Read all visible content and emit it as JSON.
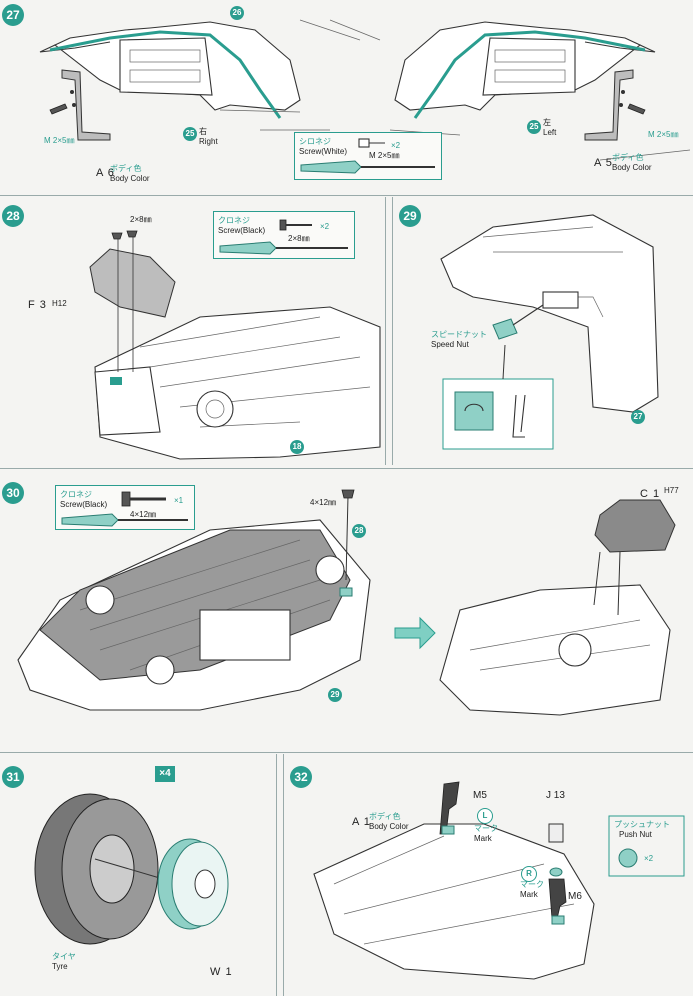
{
  "steps": {
    "s27": {
      "num": "27",
      "callout_part": "26",
      "left": {
        "callout": "25",
        "side_jp": "右",
        "side_en": "Right",
        "part": "A 6",
        "color_jp": "ボディ色",
        "color_en": "Body Color",
        "screw": "M 2×5㎜"
      },
      "right": {
        "callout": "25",
        "side_jp": "左",
        "side_en": "Left",
        "part": "A 5",
        "color_jp": "ボディ色",
        "color_en": "Body Color",
        "screw": "M 2×5㎜"
      },
      "screwbox": {
        "jp": "シロネジ",
        "en": "Screw(White)",
        "size": "M 2×5㎜",
        "qty": "×2"
      }
    },
    "s28": {
      "num": "28",
      "screw_size": "2×8㎜",
      "part": "F 3",
      "part_suffix": "H12",
      "callout": "18",
      "screwbox": {
        "jp": "クロネジ",
        "en": "Screw(Black)",
        "size": "2×8㎜",
        "qty": "×2"
      }
    },
    "s29": {
      "num": "29",
      "nut_jp": "スピードナット",
      "nut_en": "Speed Nut",
      "callout": "27"
    },
    "s30": {
      "num": "30",
      "screw_size": "4×12㎜",
      "callout_a": "28",
      "callout_b": "29",
      "part": "C 1",
      "part_suffix": "H77",
      "screwbox": {
        "jp": "クロネジ",
        "en": "Screw(Black)",
        "size": "4×12㎜",
        "qty": "×1"
      }
    },
    "s31": {
      "num": "31",
      "qty_badge": "×4",
      "tyre_jp": "タイヤ",
      "tyre_en": "Tyre",
      "part": "W 1"
    },
    "s32": {
      "num": "32",
      "part_body": "A 1",
      "body_jp": "ボディ色",
      "body_en": "Body Color",
      "part_m5": "M5",
      "mark_l": "L",
      "mark_jp": "マーク",
      "mark_en": "Mark",
      "part_j": "J 13",
      "mark_r": "R",
      "part_m6": "M6",
      "pushnut_jp": "プッシュナット",
      "pushnut_en": "Push Nut",
      "pushnut_qty": "×2"
    }
  },
  "colors": {
    "accent": "#2a9d8f",
    "accent_fill": "#8fd0c6"
  }
}
